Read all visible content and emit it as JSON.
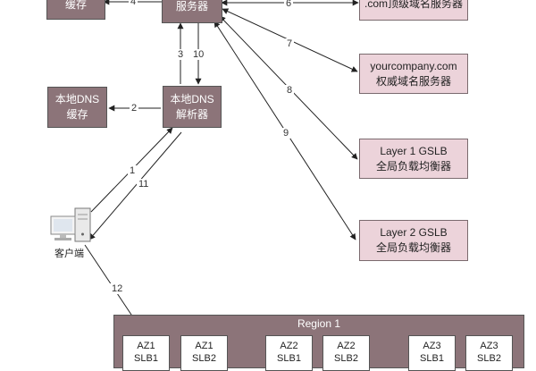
{
  "nodes": {
    "local_cache_top": {
      "lines": [
        "缓存"
      ]
    },
    "recursive_server": {
      "lines": [
        "服务器"
      ]
    },
    "com_tld": {
      "lines": [
        ".com顶级域名服务器"
      ]
    },
    "authoritative": {
      "lines": [
        "yourcompany.com",
        "权威域名服务器"
      ]
    },
    "local_dns_cache": {
      "lines": [
        "本地DNS",
        "缓存"
      ]
    },
    "local_dns_resolver": {
      "lines": [
        "本地DNS",
        "解析器"
      ]
    },
    "gslb1": {
      "lines": [
        "Layer 1 GSLB",
        "全局负载均衡器"
      ]
    },
    "gslb2": {
      "lines": [
        "Layer 2 GSLB",
        "全局负载均衡器"
      ]
    },
    "client": {
      "label": "客户端"
    }
  },
  "edges": [
    {
      "id": "e4",
      "label": "4"
    },
    {
      "id": "e6",
      "label": "6"
    },
    {
      "id": "e3",
      "label": "3"
    },
    {
      "id": "e10",
      "label": "10"
    },
    {
      "id": "e7",
      "label": "7"
    },
    {
      "id": "e2",
      "label": "2"
    },
    {
      "id": "e8",
      "label": "8"
    },
    {
      "id": "e9",
      "label": "9"
    },
    {
      "id": "e1",
      "label": "1"
    },
    {
      "id": "e11",
      "label": "11"
    },
    {
      "id": "e12",
      "label": "12"
    }
  ],
  "region": {
    "title": "Region 1",
    "azs": [
      {
        "line1": "AZ1",
        "line2": "SLB1"
      },
      {
        "line1": "AZ1",
        "line2": "SLB2"
      },
      {
        "line1": "AZ2",
        "line2": "SLB1"
      },
      {
        "line1": "AZ2",
        "line2": "SLB2"
      },
      {
        "line1": "AZ3",
        "line2": "SLB1"
      },
      {
        "line1": "AZ3",
        "line2": "SLB2"
      }
    ]
  },
  "colors": {
    "dark_box": "#8c7479",
    "pink_box": "#ecd3da",
    "line": "#222222"
  }
}
